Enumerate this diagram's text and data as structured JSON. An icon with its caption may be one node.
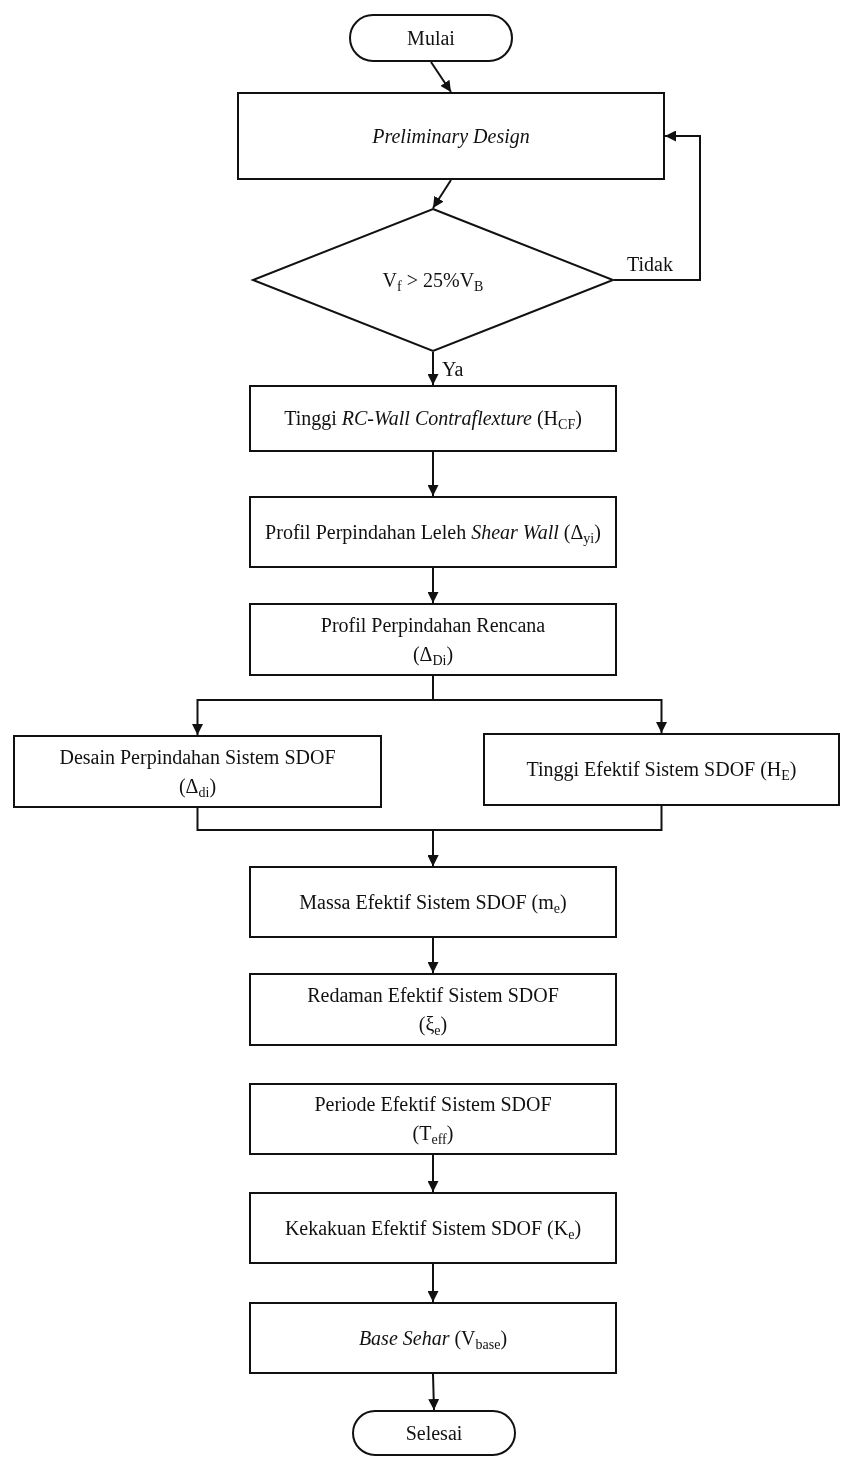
{
  "diagram": {
    "nodes": [
      {
        "text": [
          "Mulai"
        ]
      },
      {
        "text": [
          "Preliminary Design"
        ]
      },
      {
        "text": [
          "V$_{f}$ > 25%V$_{B}$"
        ]
      },
      {
        "text": [
          "Tinggi *RC-Wall Contraflexture* (H$_{CF}$)"
        ]
      },
      {
        "text": [
          "Profil Perpindahan Leleh *Shear Wall* (Δ$_{yi}$)"
        ]
      },
      {
        "text": [
          "Profil Perpindahan Rencana (Δ$_{Di}$)"
        ]
      },
      {
        "text": [
          "Desain Perpindahan Sistem SDOF (Δ$_{di}$)"
        ]
      },
      {
        "text": [
          "Tinggi Efektif Sistem SDOF (H$_{E}$)"
        ]
      },
      {
        "text": [
          "Massa Efektif Sistem SDOF (m$_{e}$)"
        ]
      },
      {
        "text": [
          "Redaman Efektif Sistem SDOF (ξ$_{e}$)"
        ]
      },
      {
        "text": [
          "Periode Efektif Sistem SDOF (T$_{eff}$)"
        ]
      },
      {
        "text": [
          "Kekakuan Efektif Sistem SDOF (K$_{e}$)"
        ]
      },
      {
        "text": [
          "*Base Sehar* (V$_{base}$)"
        ]
      },
      {
        "text": [
          "Selesai"
        ]
      }
    ],
    "edges": [
      {
        "from": 0,
        "to": 1,
        "arrow": "to"
      },
      {
        "from": 1,
        "to": 2,
        "arrow": "to"
      },
      {
        "from": 2,
        "to": 1,
        "arrow": "to",
        "label": "Tidak"
      },
      {
        "from": 2,
        "to": 3,
        "arrow": "to",
        "label": "Ya"
      },
      {
        "from": 3,
        "to": 4,
        "arrow": "to"
      },
      {
        "from": 4,
        "to": 5,
        "arrow": "to"
      },
      {
        "from": 5,
        "to": 6,
        "arrow": "to"
      },
      {
        "from": 5,
        "to": 7,
        "arrow": "to"
      },
      {
        "from": 6,
        "to": 8,
        "arrow": "to"
      },
      {
        "from": 7,
        "to": 8,
        "arrow": "to"
      },
      {
        "from": 8,
        "to": 9,
        "arrow": "to"
      },
      {
        "from": 10,
        "to": 11,
        "arrow": "to"
      },
      {
        "from": 11,
        "to": 12,
        "arrow": "to"
      },
      {
        "from": 12,
        "to": 13,
        "arrow": "to"
      }
    ]
  }
}
